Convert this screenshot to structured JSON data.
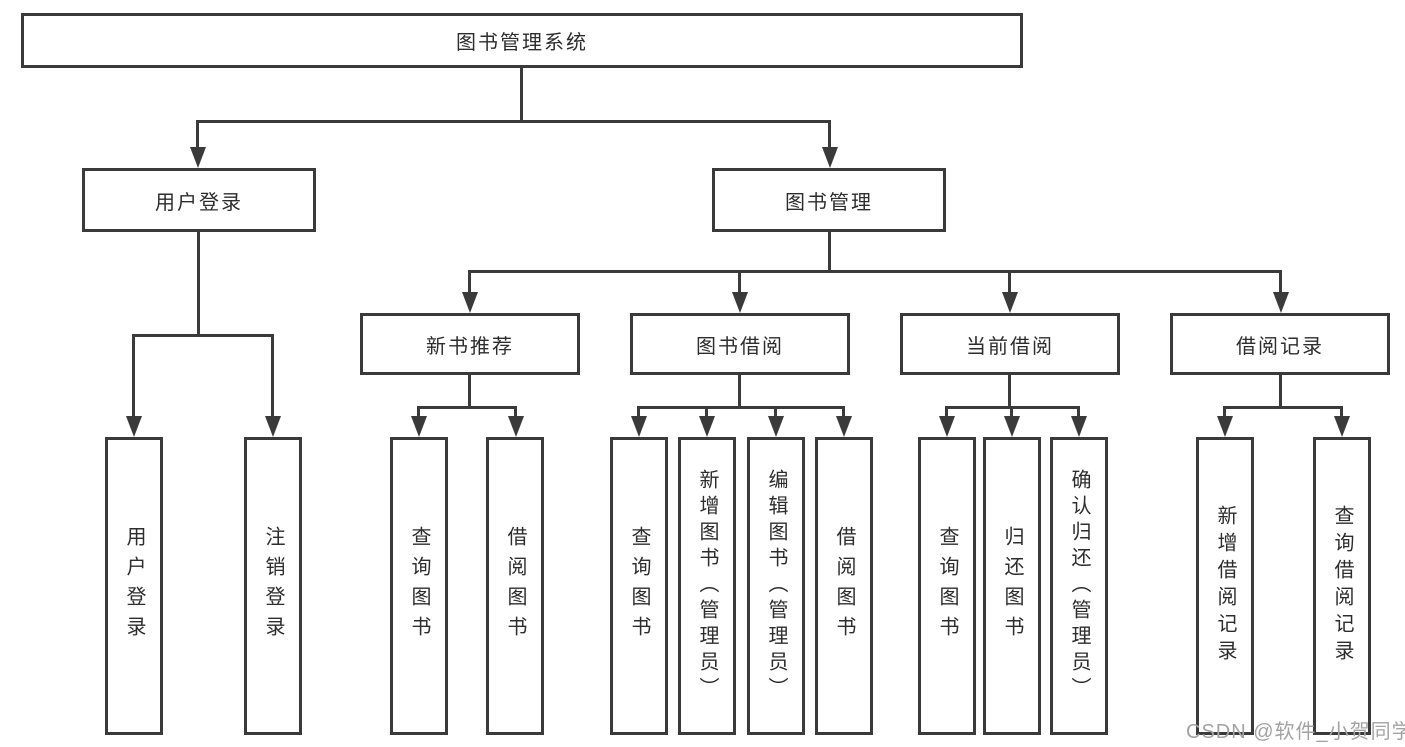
{
  "diagram_title": "图书管理系统",
  "colors": {
    "line": "#3a3a3a",
    "box_border": "#3a3a3a",
    "text": "#2d2d2d",
    "background": "#ffffff",
    "watermark": "#a3a3a3"
  },
  "nodes": {
    "root": "图书管理系统",
    "l2": {
      "user_login": "用户登录",
      "book_management": "图书管理"
    },
    "l3": {
      "new_book_recommend": "新书推荐",
      "book_borrow": "图书借阅",
      "current_borrow": "当前借阅",
      "borrow_record": "借阅记录"
    },
    "leaves": {
      "user_login": "用户登录",
      "logout": "注销登录",
      "recommend_query_book": "查询图书",
      "recommend_borrow_book": "借阅图书",
      "borrow_query_book": "查询图书",
      "borrow_add_book": "新增图书（管理员）",
      "borrow_edit_book": "编辑图书（管理员）",
      "borrow_borrow_book": "借阅图书",
      "current_query_book": "查询图书",
      "current_return_book": "归还图书",
      "current_confirm_return": "确认归还（管理员）",
      "record_add": "新增借阅记录",
      "record_query": "查询借阅记录"
    }
  },
  "watermark": "CSDN @软件_小贺同学"
}
